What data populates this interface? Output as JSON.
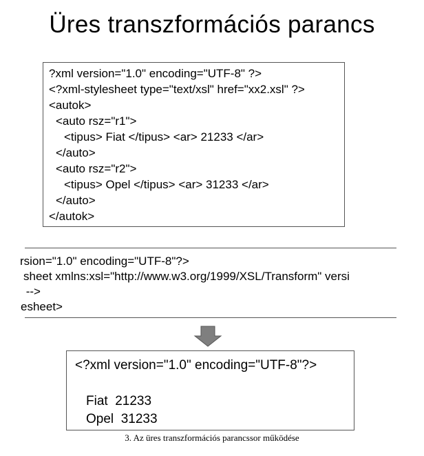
{
  "slide": {
    "title": "Üres transzformációs parancs"
  },
  "xml_source": {
    "lines": [
      "?xml version=\"1.0\" encoding=\"UTF-8\" ?>",
      "<?xml-stylesheet type=\"text/xsl\" href=\"xx2.xsl\" ?>",
      "<autok>",
      "<auto rsz=\"r1\">",
      "<tipus> Fiat </tipus> <ar> 21233 </ar>",
      "</auto>",
      "<auto rsz=\"r2\">",
      "<tipus> Opel </tipus> <ar> 31233 </ar>",
      "</auto>",
      "</autok>"
    ]
  },
  "xsl_source": {
    "lines": [
      "rsion=\"1.0\" encoding=\"UTF-8\"?>",
      "sheet xmlns:xsl=\"http://www.w3.org/1999/XSL/Transform\" versi",
      " -->",
      "esheet>"
    ]
  },
  "arrow": {
    "icon": "down-arrow-icon",
    "color": "#7f7f7f"
  },
  "output": {
    "header": "<?xml version=\"1.0\" encoding=\"UTF-8\"?>",
    "lines": [
      "Fiat  21233",
      "Opel  31233"
    ]
  },
  "caption": "3. Az üres transzformációs parancssor működése"
}
